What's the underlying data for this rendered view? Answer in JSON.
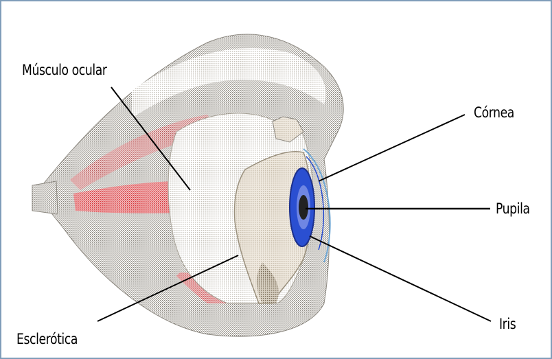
{
  "labels": {
    "muscle": "Músculo ocular",
    "cornea": "Córnea",
    "pupil": "Pupila",
    "iris": "Iris",
    "sclera": "Esclerótica"
  },
  "colors": {
    "frame_border": "#7f9db9",
    "muscle_red": "#d9343a",
    "iris_blue": "#2a4fd1",
    "cornea_line": "#6fa8d6",
    "tissue_gray": "#c8c4bc",
    "tissue_dark": "#8c8880",
    "leader_line": "#000000"
  }
}
